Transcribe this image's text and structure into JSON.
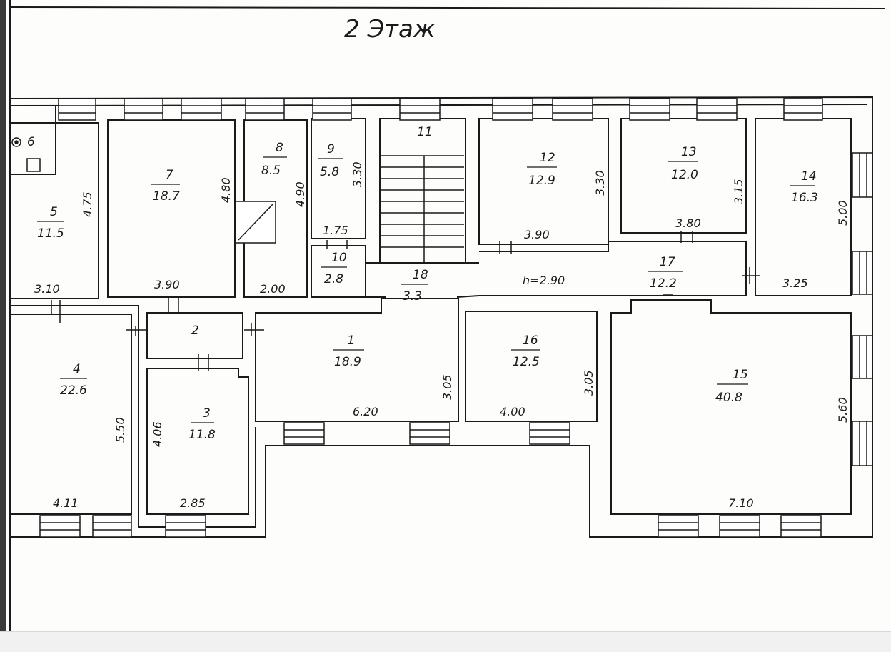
{
  "title": "2 Этаж",
  "rooms": [
    {
      "id": "room-1",
      "number": "1",
      "area": "18.9"
    },
    {
      "id": "room-2",
      "number": "2",
      "area": ""
    },
    {
      "id": "room-3",
      "number": "3",
      "area": "11.8"
    },
    {
      "id": "room-4",
      "number": "4",
      "area": "22.6"
    },
    {
      "id": "room-5",
      "number": "5",
      "area": "11.5"
    },
    {
      "id": "room-6",
      "number": "6",
      "area": ""
    },
    {
      "id": "room-7",
      "number": "7",
      "area": "18.7"
    },
    {
      "id": "room-8",
      "number": "8",
      "area": "8.5"
    },
    {
      "id": "room-9",
      "number": "9",
      "area": "5.8"
    },
    {
      "id": "room-10",
      "number": "10",
      "area": "2.8"
    },
    {
      "id": "room-11",
      "number": "11",
      "area": ""
    },
    {
      "id": "room-12",
      "number": "12",
      "area": "12.9"
    },
    {
      "id": "room-13",
      "number": "13",
      "area": "12.0"
    },
    {
      "id": "room-14",
      "number": "14",
      "area": "16.3"
    },
    {
      "id": "room-15",
      "number": "15",
      "area": "40.8"
    },
    {
      "id": "room-16",
      "number": "16",
      "area": "12.5"
    },
    {
      "id": "room-17",
      "number": "17",
      "area": "12.2"
    },
    {
      "id": "room-18",
      "number": "18",
      "area": "3.3"
    }
  ],
  "dimensions": {
    "d_4_75": "4.75",
    "d_3_10": "3.10",
    "d_4_80": "4.80",
    "d_3_90a": "3.90",
    "d_4_90": "4.90",
    "d_2_00": "2.00",
    "d_3_30a": "3.30",
    "d_1_75": "1.75",
    "d_3_30b": "3.30",
    "d_3_90b": "3.90",
    "d_3_15": "3.15",
    "d_3_80": "3.80",
    "d_5_00": "5.00",
    "d_3_25": "3.25",
    "d_h_2_90": "h=2.90",
    "d_6_20": "6.20",
    "d_3_05a": "3.05",
    "d_4_00": "4.00",
    "d_3_05b": "3.05",
    "d_5_60": "5.60",
    "d_7_10": "7.10",
    "d_5_50": "5.50",
    "d_4_11": "4.11",
    "d_4_06": "4.06",
    "d_2_85": "2.85"
  },
  "colors": {
    "line": "#1a1a1a",
    "paper": "#fdfdfc",
    "strip": "#f1f1f1"
  }
}
